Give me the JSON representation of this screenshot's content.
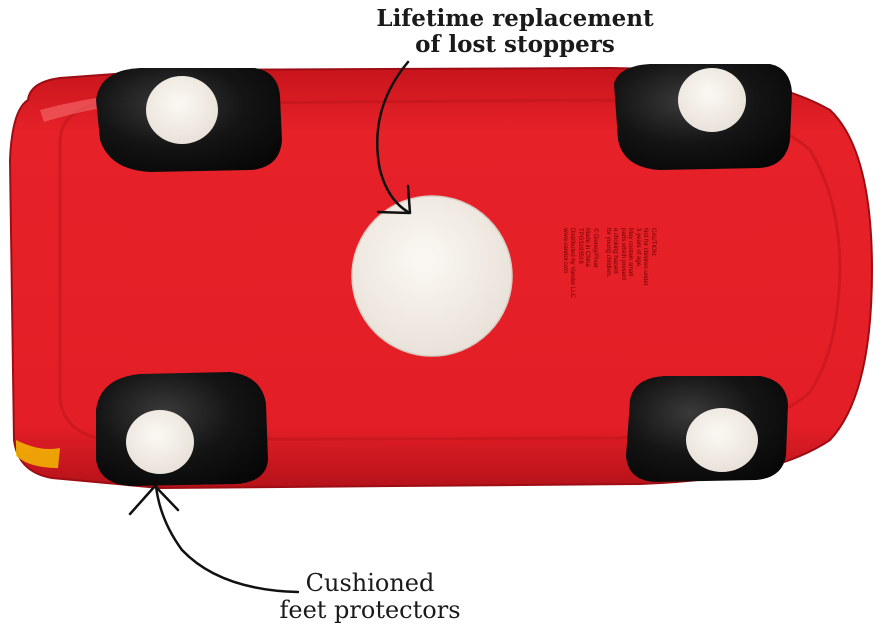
{
  "callouts": {
    "stopper": {
      "line1": "Lifetime replacement",
      "line2": "of lost stoppers"
    },
    "feet": {
      "line1": "Cushioned",
      "line2": "feet protectors"
    }
  },
  "imprint": {
    "caution_lines": [
      "CAUTION:",
      "Not for children under",
      "3 years of age.",
      "May contain small",
      "parts which present",
      "a choking hazard",
      "for young children."
    ],
    "maker_lines": [
      "© Disney/Pixar",
      "Made in China",
      "TPG3193518",
      "Distributed by Vandor LLC",
      "www.vandor.com"
    ]
  },
  "colors": {
    "body_red": "#e41e26",
    "body_shadow": "#b5121a",
    "tire_black": "#121212",
    "pad_white": "#f1ece6"
  }
}
